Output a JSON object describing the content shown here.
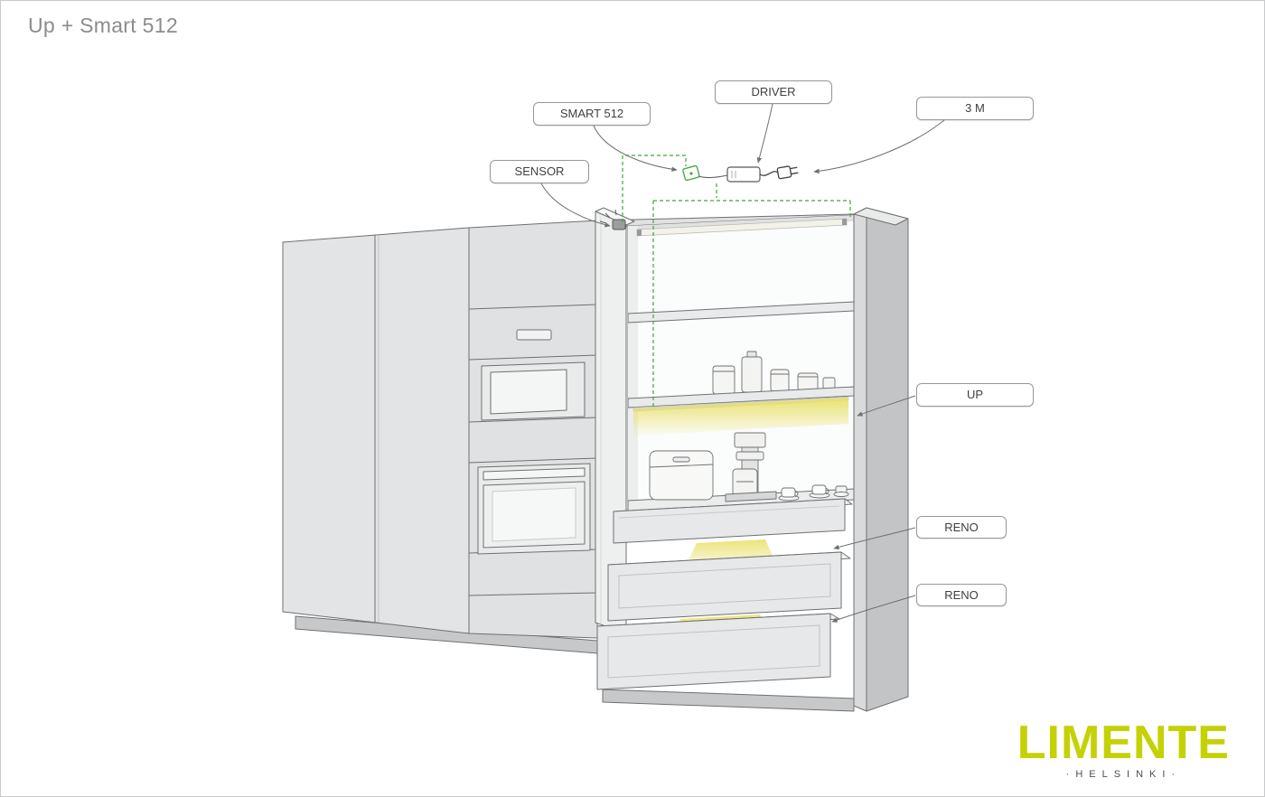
{
  "title": "Up + Smart 512",
  "callouts": {
    "smart": {
      "label": "SMART 512"
    },
    "driver": {
      "label": "DRIVER"
    },
    "cable_3m": {
      "label": "3 M"
    },
    "sensor": {
      "label": "SENSOR"
    },
    "up": {
      "label": "UP"
    },
    "reno_upper": {
      "label": "RENO"
    },
    "reno_lower": {
      "label": "RENO"
    }
  },
  "logo": {
    "brand": "LIMENTE",
    "city": "·HELSINKI·"
  },
  "colors": {
    "brand_green": "#c4d203",
    "accent_green": "#3aaa35",
    "light_yellow": "#e9e06a",
    "line_gray": "#6f7072",
    "title_gray": "#8a8c8e"
  }
}
